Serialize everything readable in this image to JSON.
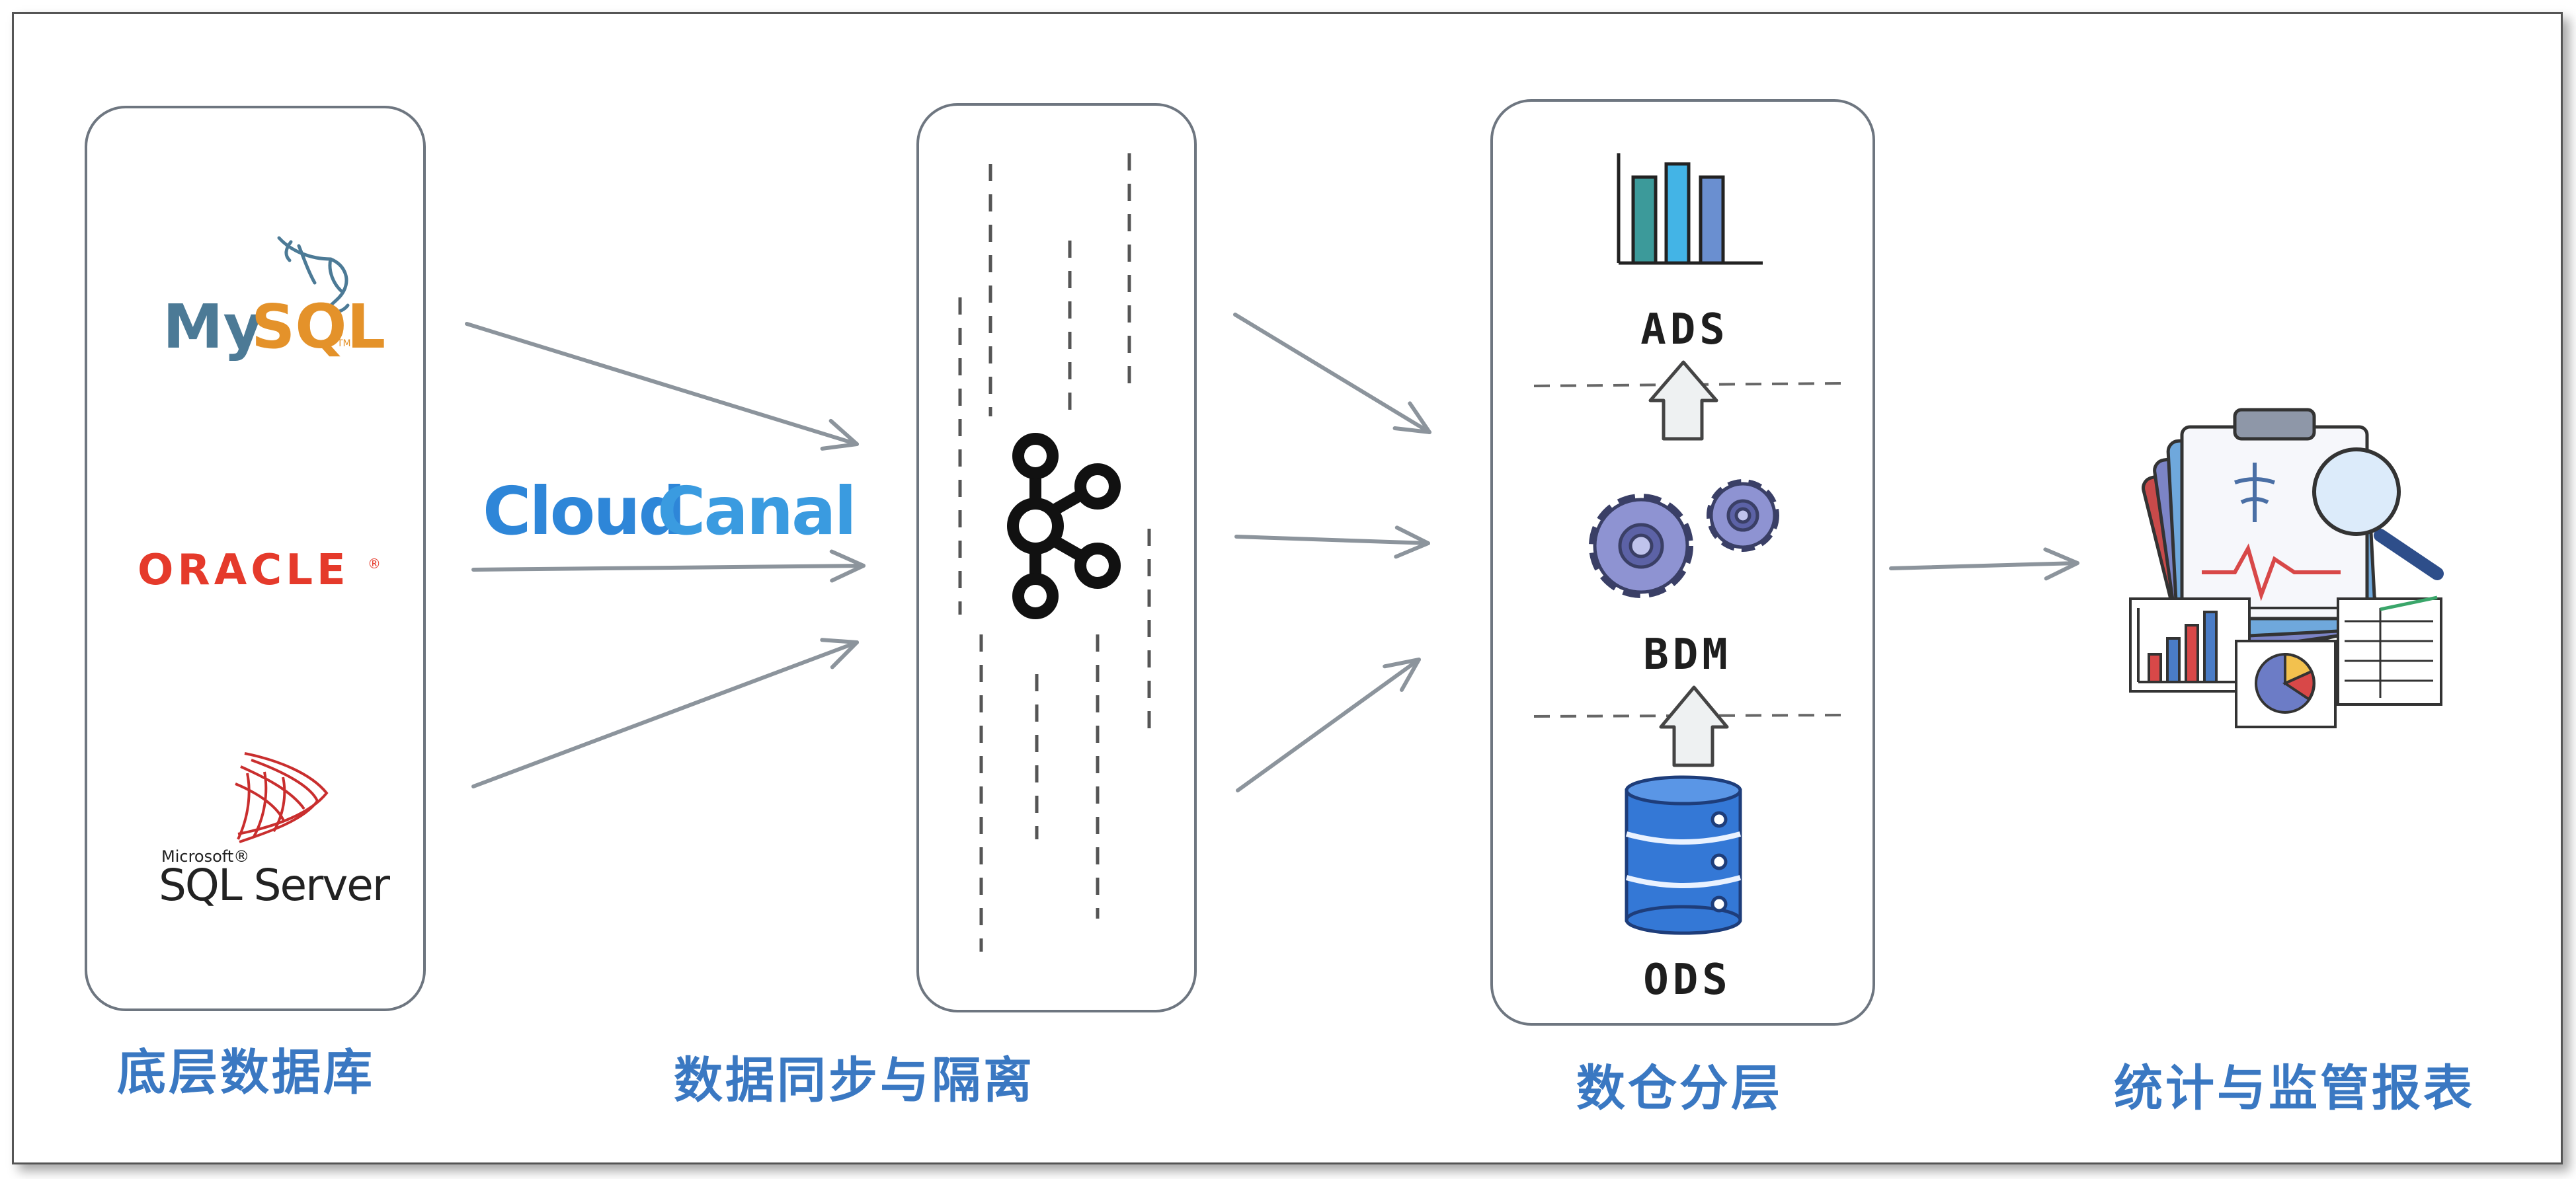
{
  "sources": {
    "mysql": {
      "my": "My",
      "sql": "SQL",
      "tm": "TM"
    },
    "oracle": {
      "name": "ORACLE",
      "mark": "®"
    },
    "sqlserver": {
      "vendor": "Microsoft®",
      "name": "SQL Server"
    }
  },
  "sync_tool": {
    "cloud": "Cloud",
    "canal": "Canal"
  },
  "layers": {
    "ads": "ADS",
    "bdm": "BDM",
    "ods": "ODS"
  },
  "captions": {
    "source_db": "底层数据库",
    "sync": "数据同步与隔离",
    "warehouse": "数仓分层",
    "reports": "统计与监管报表"
  },
  "colors": {
    "mysql_blue": "#4C7A96",
    "mysql_orange": "#E4922A",
    "oracle_red": "#E53A2B",
    "sqlserver_red": "#C92E2E",
    "cloudcanal_blue": "#2E86D8",
    "caption_blue": "#3A78C2",
    "arrow_gray": "#8C949C",
    "database_blue": "#3478D6"
  },
  "icons": [
    "dolphin-icon",
    "sqlserver-ribbon-icon",
    "kafka-icon",
    "bar-chart-icon",
    "gear-icon",
    "database-icon",
    "up-arrow-icon",
    "clipboard-report-icon",
    "magnifier-icon",
    "pie-chart-icon"
  ]
}
